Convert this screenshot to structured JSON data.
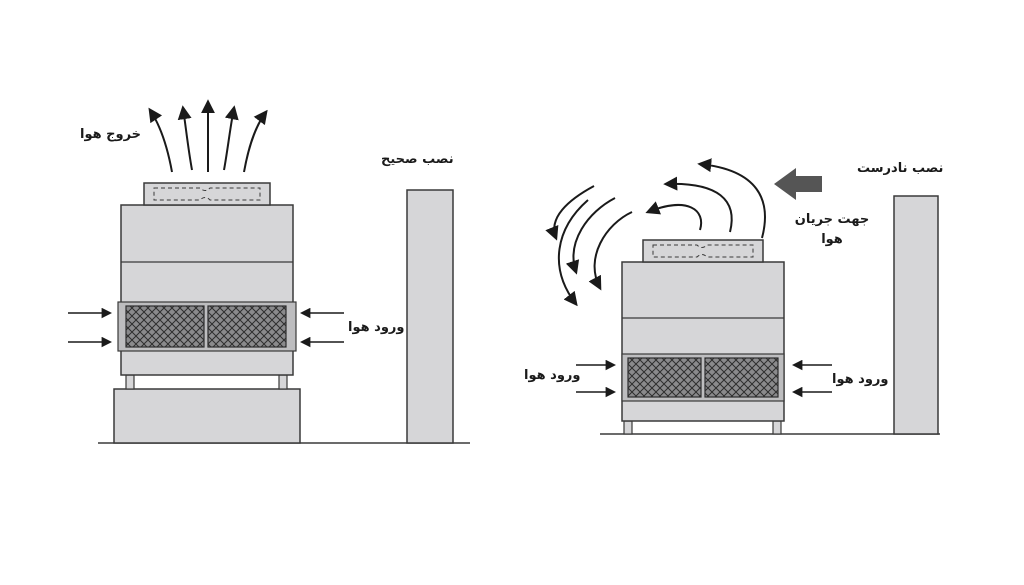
{
  "correct_install": {
    "title": "نصب صحیح",
    "air_out_label": "خروج هوا",
    "air_in_label": "ورود هوا"
  },
  "incorrect_install": {
    "title": "نصب نادرست",
    "air_direction_label": "جهت جریان\nهوا",
    "air_in_left_label": "ورود هوا",
    "air_in_right_label": "ورود هوا"
  },
  "colors": {
    "unit_fill": "#d6d6d8",
    "outline": "#3a3a3a",
    "grille_fill": "#7a7a7c",
    "wall_fill": "#d6d6d8",
    "wind_arrow": "#555555"
  }
}
